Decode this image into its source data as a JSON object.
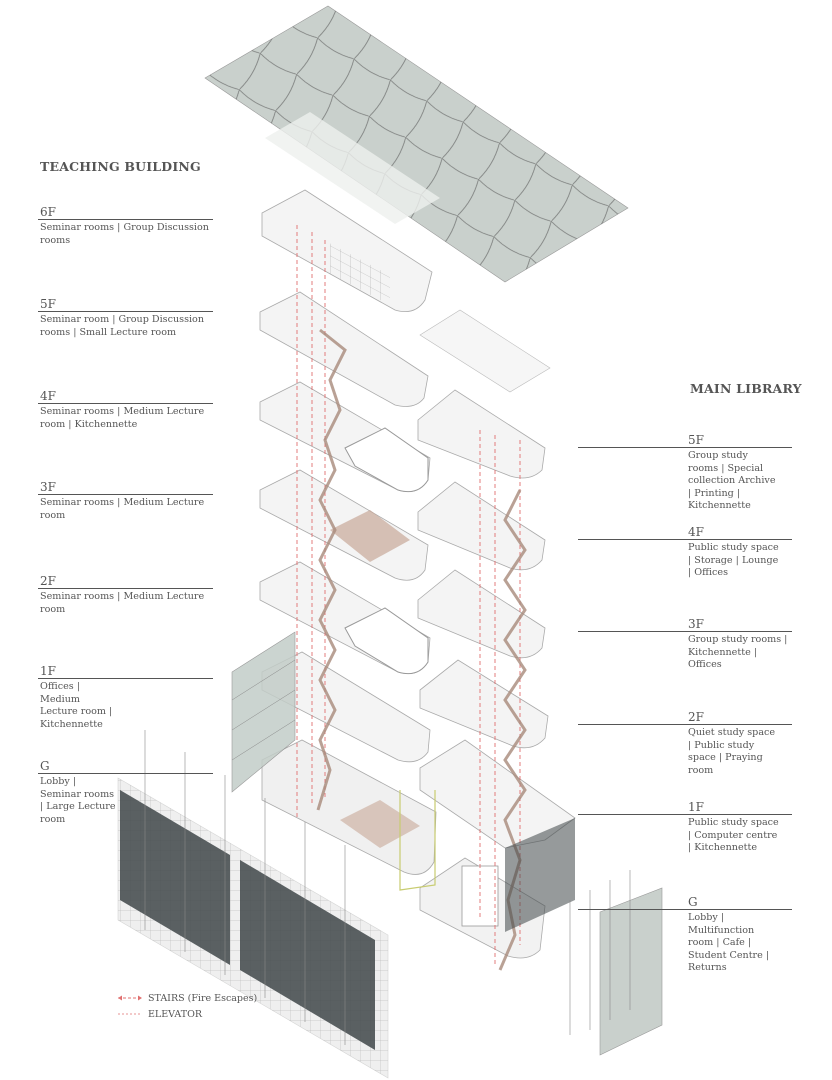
{
  "teaching": {
    "title": "TEACHING BUILDING",
    "floors": [
      {
        "level": "6F",
        "desc": "Seminar rooms | Group Discussion rooms"
      },
      {
        "level": "5F",
        "desc": "Seminar room | Group Discussion rooms | Small Lecture room"
      },
      {
        "level": "4F",
        "desc": "Seminar rooms | Medium Lecture room | Kitchennette"
      },
      {
        "level": "3F",
        "desc": "Seminar rooms | Medium Lecture room"
      },
      {
        "level": "2F",
        "desc": "Seminar rooms | Medium Lecture room"
      },
      {
        "level": "1F",
        "desc": "Offices | Medium Lecture room | Kitchennette"
      },
      {
        "level": "G",
        "desc": "Lobby | Seminar rooms | Large Lecture room"
      }
    ]
  },
  "library": {
    "title": "MAIN LIBRARY",
    "floors": [
      {
        "level": "5F",
        "desc": "Group study rooms | Special collection Archive | Printing | Kitchennette"
      },
      {
        "level": "4F",
        "desc": "Public study space | Storage | Lounge | Offices"
      },
      {
        "level": "3F",
        "desc": "Group study rooms | Kitchennette | Offices"
      },
      {
        "level": "2F",
        "desc": "Quiet study space | Public study space | Praying room"
      },
      {
        "level": "1F",
        "desc": "Public study space | Computer centre | Kitchennette"
      },
      {
        "level": "G",
        "desc": "Lobby | Multifunction room | Cafe | Student Centre | Returns"
      }
    ]
  },
  "legend": {
    "stairs": "STAIRS (Fire Escapes)",
    "elevator": "ELEVATOR"
  },
  "colors": {
    "roof": "#c9d0cc",
    "floor_slab": "#f2f2f2",
    "stair": "#a8897a",
    "circulation": "#e07070",
    "text": "#555555"
  }
}
